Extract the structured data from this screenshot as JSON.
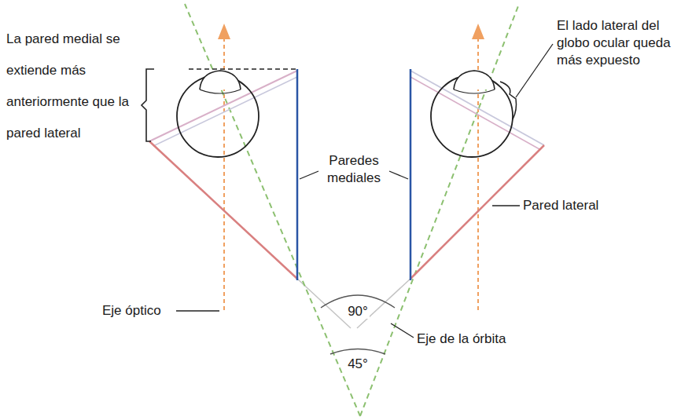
{
  "diagram": {
    "labels": [
      "La pared medial se extiende más anteriormente que la pared lateral",
      "Paredes mediales",
      "El lado lateral del globo ocular queda más expuesto",
      "Pared lateral",
      "Eje óptico",
      "90°",
      "Eje de la órbita",
      "45°"
    ]
  }
}
